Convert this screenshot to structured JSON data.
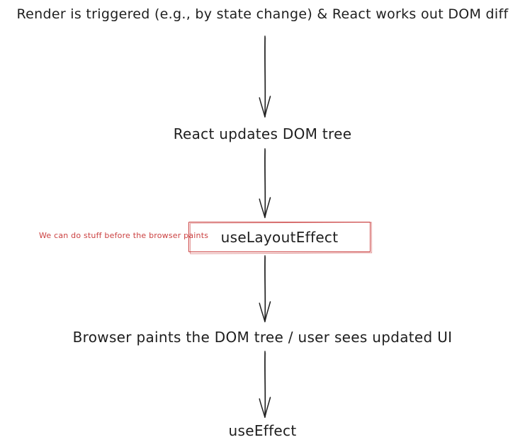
{
  "diagram": {
    "title": "Render is triggered (e.g., by state change) & React works out DOM diff",
    "steps": {
      "react_updates_dom": "React updates DOM tree",
      "use_layout_effect": "useLayoutEffect",
      "browser_paints": "Browser paints the DOM tree / user sees updated UI",
      "use_effect": "useEffect"
    },
    "annotation": "We can do stuff before the browser paints"
  },
  "colors": {
    "ink": "#1e1e1e",
    "accent_red": "#cb4141",
    "background": "#ffffff"
  }
}
